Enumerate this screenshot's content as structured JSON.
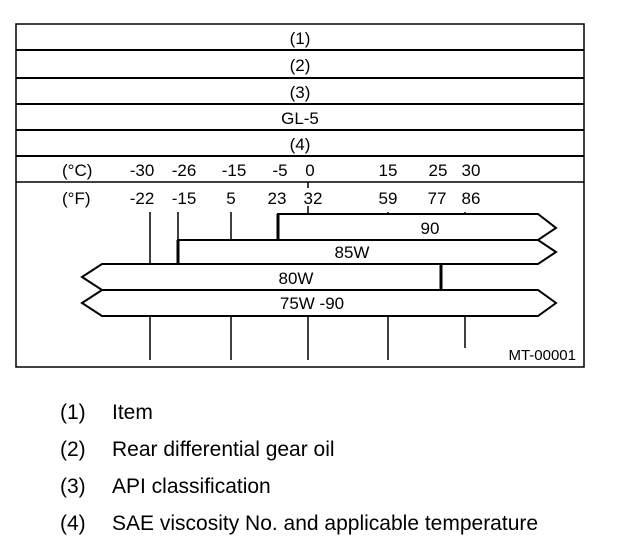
{
  "figure": {
    "rows": [
      "(1)",
      "(2)",
      "(3)",
      "GL-5",
      "(4)"
    ],
    "celsius_label": "(°C)",
    "fahrenheit_label": "(°F)",
    "ticks": [
      {
        "c": "-30",
        "f": "-22"
      },
      {
        "c": "-26",
        "f": "-15"
      },
      {
        "c": "-15",
        "f": "5"
      },
      {
        "c": "-5",
        "f": "23"
      },
      {
        "c": "0",
        "f": "32"
      },
      {
        "c": "15",
        "f": "59"
      },
      {
        "c": "25",
        "f": "77"
      },
      {
        "c": "30",
        "f": "86"
      }
    ],
    "grades": [
      {
        "label": "90",
        "min_c": -5,
        "max_c": null
      },
      {
        "label": "85W",
        "min_c": -26,
        "max_c": null
      },
      {
        "label": "80W",
        "min_c": null,
        "max_c": 25
      },
      {
        "label": "75W -90",
        "min_c": null,
        "max_c": null
      }
    ],
    "figure_code": "MT-00001"
  },
  "legend": [
    {
      "num": "(1)",
      "text": "Item"
    },
    {
      "num": "(2)",
      "text": "Rear differential gear oil"
    },
    {
      "num": "(3)",
      "text": "API classification"
    },
    {
      "num": "(4)",
      "text": "SAE viscosity No. and applicable temperature"
    }
  ]
}
